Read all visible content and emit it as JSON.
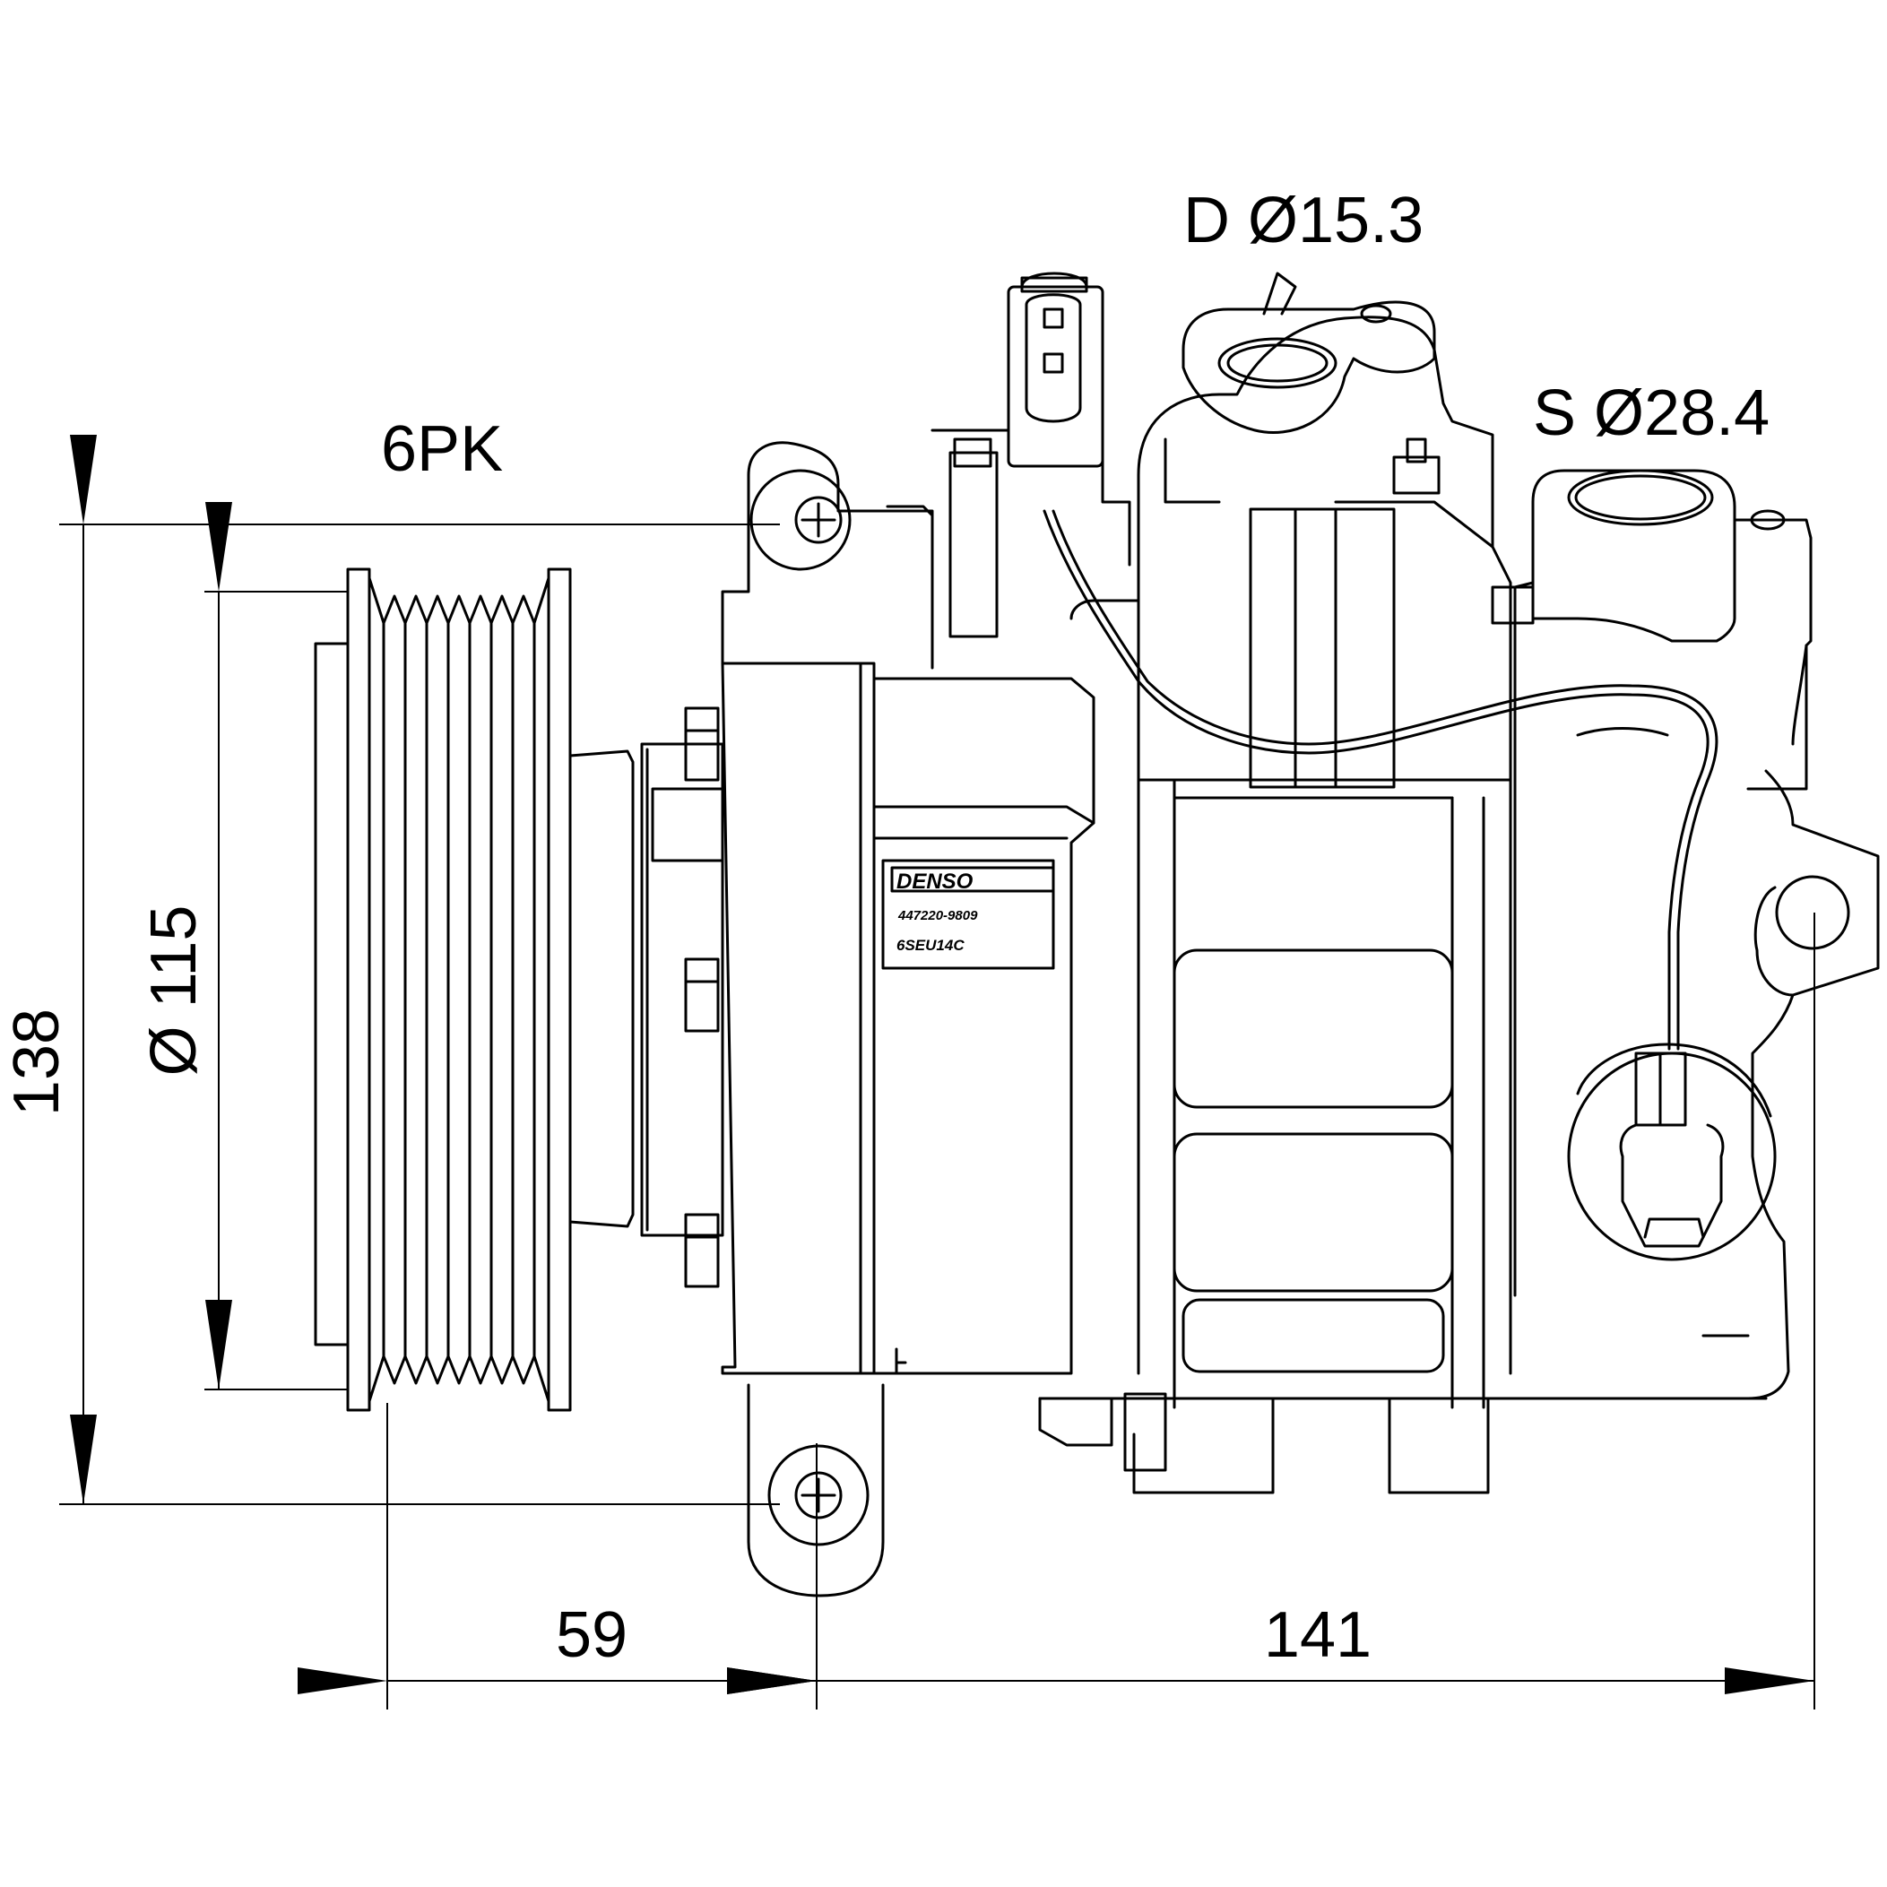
{
  "labels": {
    "discharge": "D Ø15.3",
    "suction": "S Ø28.4",
    "belt": "6PK",
    "height": "138",
    "pulley_diameter": "Ø 115",
    "pulley_offset": "59",
    "length": "141"
  },
  "nameplate": {
    "brand": "DENSO",
    "part_number": "447220-9809",
    "model": "6SEU14C"
  },
  "colors": {
    "line": "#000000",
    "background": "#ffffff"
  }
}
